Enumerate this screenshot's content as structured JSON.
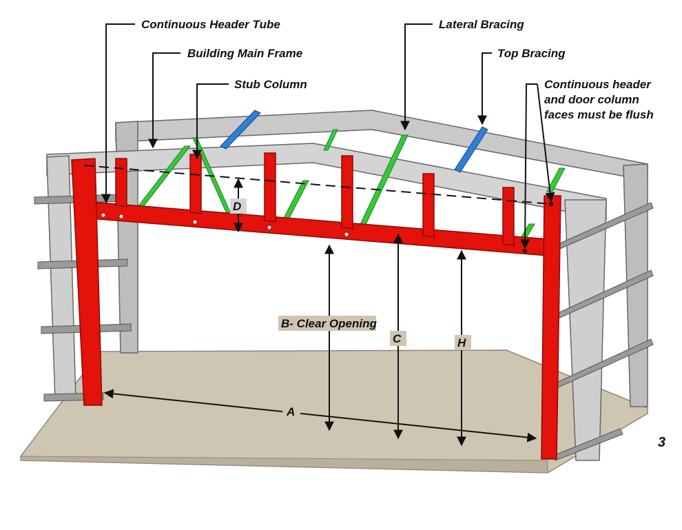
{
  "labels": {
    "continuous_header_tube": "Continuous Header Tube",
    "building_main_frame": "Building Main Frame",
    "stub_column": "Stub Column",
    "lateral_bracing": "Lateral Bracing",
    "top_bracing": "Top Bracing",
    "flush_note_line1": "Continuous header",
    "flush_note_line2": "and door column",
    "flush_note_line3": "faces must be flush"
  },
  "dimensions": {
    "a": "A",
    "b": "B- Clear Opening",
    "c": "C",
    "d": "D",
    "h": "H"
  },
  "page_number": "3",
  "colors": {
    "header_red": "#e3120b",
    "frame_gray": "#c9c9c9",
    "bracing_green": "#35c93a",
    "top_bracing_blue": "#2f7fd6",
    "floor": "#cfc5b3"
  }
}
